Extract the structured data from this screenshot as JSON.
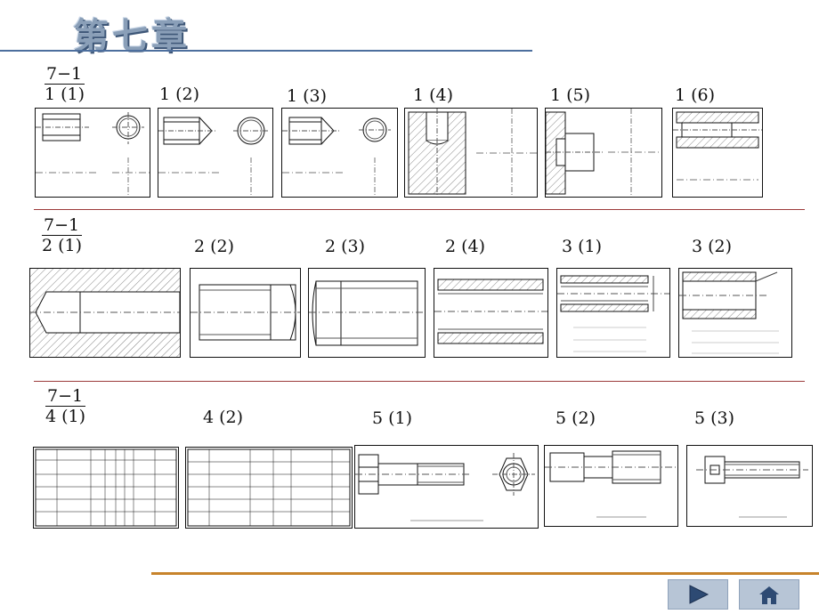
{
  "header": {
    "title": "第七章"
  },
  "rows": [
    {
      "section": {
        "top": "7−1",
        "bottom": "1 (1)"
      },
      "labels": [
        "1 (2)",
        "1 (3)",
        "1 (4)",
        "1 (5)",
        "1 (6)"
      ]
    },
    {
      "section": {
        "top": "7−1",
        "bottom": "2 (1)"
      },
      "labels": [
        "2 (2)",
        "2 (3)",
        "2 (4)",
        "3 (1)",
        "3 (2)"
      ]
    },
    {
      "section": {
        "top": "7−1",
        "bottom": "4 (1)"
      },
      "labels": [
        "4 (2)",
        "5 (1)",
        "5 (2)",
        "5 (3)"
      ]
    }
  ],
  "nav": {
    "next_icon": "play-triangle-icon",
    "home_icon": "home-icon"
  }
}
